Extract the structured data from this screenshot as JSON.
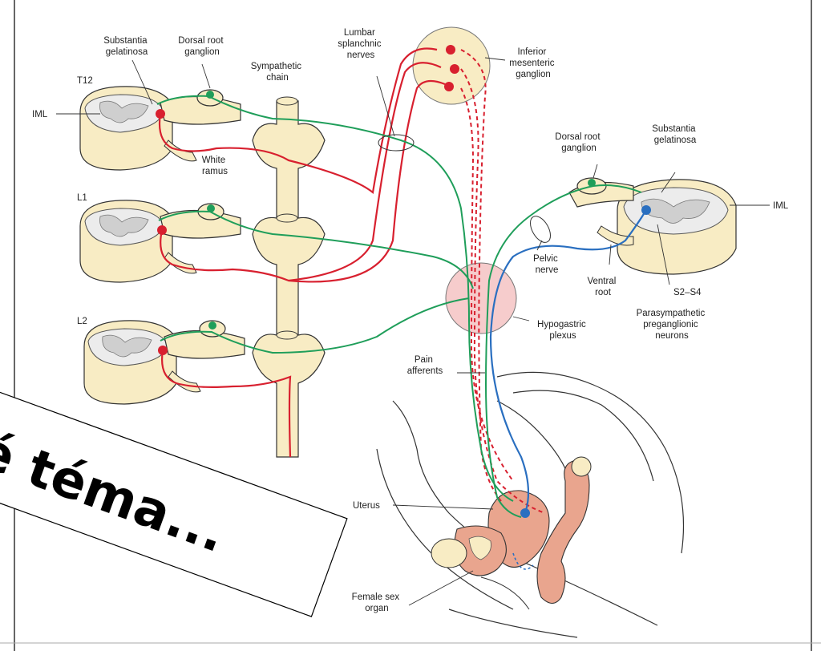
{
  "labels": {
    "substantia_gelatinosa_left": [
      "Substantia",
      "gelatinosa"
    ],
    "dorsal_root_ganglion_left": [
      "Dorsal root",
      "ganglion"
    ],
    "sympathetic_chain": [
      "Sympathetic",
      "chain"
    ],
    "lumbar_splanchnic_nerves": [
      "Lumbar",
      "splanchnic",
      "nerves"
    ],
    "inferior_mesenteric_ganglion": [
      "Inferior",
      "mesenteric",
      "ganglion"
    ],
    "t12": "T12",
    "iml_left": "IML",
    "white_ramus": [
      "White",
      "ramus"
    ],
    "l1": "L1",
    "l2": "L2",
    "dorsal_root_ganglion_right": [
      "Dorsal root",
      "ganglion"
    ],
    "substantia_gelatinosa_right": [
      "Substantia",
      "gelatinosa"
    ],
    "iml_right": "IML",
    "pelvic_nerve": [
      "Pelvic",
      "nerve"
    ],
    "ventral_root": [
      "Ventral",
      "root"
    ],
    "s2_s4": "S2–S4",
    "parasympathetic_preganglionic_neurons": [
      "Parasympathetic",
      "preganglionic",
      "neurons"
    ],
    "hypogastric_plexus": [
      "Hypogastric",
      "plexus"
    ],
    "pain_afferents": [
      "Pain",
      "afferents"
    ],
    "uterus": "Uterus",
    "female_sex_organ": [
      "Female sex",
      "organ"
    ]
  },
  "banner": {
    "text": "é téma..."
  },
  "colors": {
    "sympathetic_red": "#d8202f",
    "afferent_green": "#1f9e5a",
    "parasympathetic_blue": "#2a6fc0",
    "tissue_cream": "#f8ecc4",
    "spinal_grey": "#dcdcdc",
    "plexus_pink": "#f6cccc",
    "organ_pink": "#e9a58e"
  }
}
